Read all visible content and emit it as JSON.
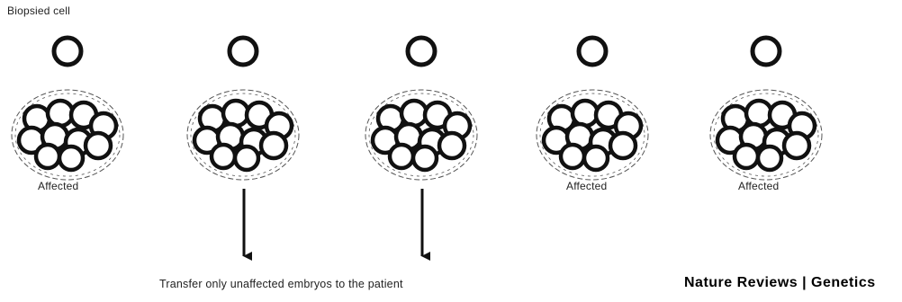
{
  "diagram": {
    "biopsied_label": "Biopsied cell",
    "embryos": [
      {
        "status": "Affected",
        "transferred": false
      },
      {
        "status": "",
        "transferred": true
      },
      {
        "status": "",
        "transferred": true
      },
      {
        "status": "Affected",
        "transferred": false
      },
      {
        "status": "Affected",
        "transferred": false
      }
    ],
    "caption": "Transfer only unaffected embryos to the patient",
    "credit": "Nature Reviews | Genetics"
  },
  "colors": {
    "ink": "#111111",
    "cell_fill": "#ffffff",
    "zona": "#555555"
  }
}
